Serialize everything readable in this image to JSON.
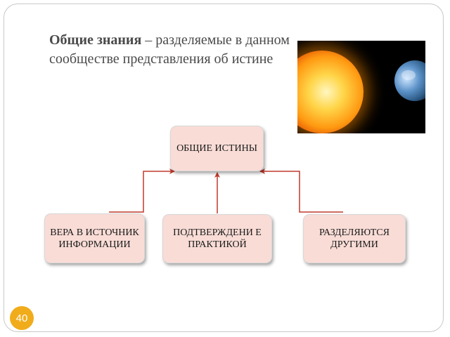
{
  "slide": {
    "title_bold": "Общие знания",
    "title_rest": " – разделяемые в данном сообществе представления об истине",
    "page_number": "40"
  },
  "diagram": {
    "top": {
      "label": "ОБЩИЕ ИСТИНЫ"
    },
    "children": [
      {
        "label": "ВЕРА В ИСТОЧНИК ИНФОРМАЦИИ"
      },
      {
        "label": "ПОДТВЕРЖДЕНИ Е ПРАКТИКОЙ"
      },
      {
        "label": "РАЗДЕЛЯЮТСЯ ДРУГИМИ"
      }
    ],
    "connector_color": "#c0392b"
  },
  "colors": {
    "box_fill": "#f9dcd6",
    "badge": "#f0ac1b"
  },
  "image": {
    "subject": "sun-and-earth-photo"
  }
}
